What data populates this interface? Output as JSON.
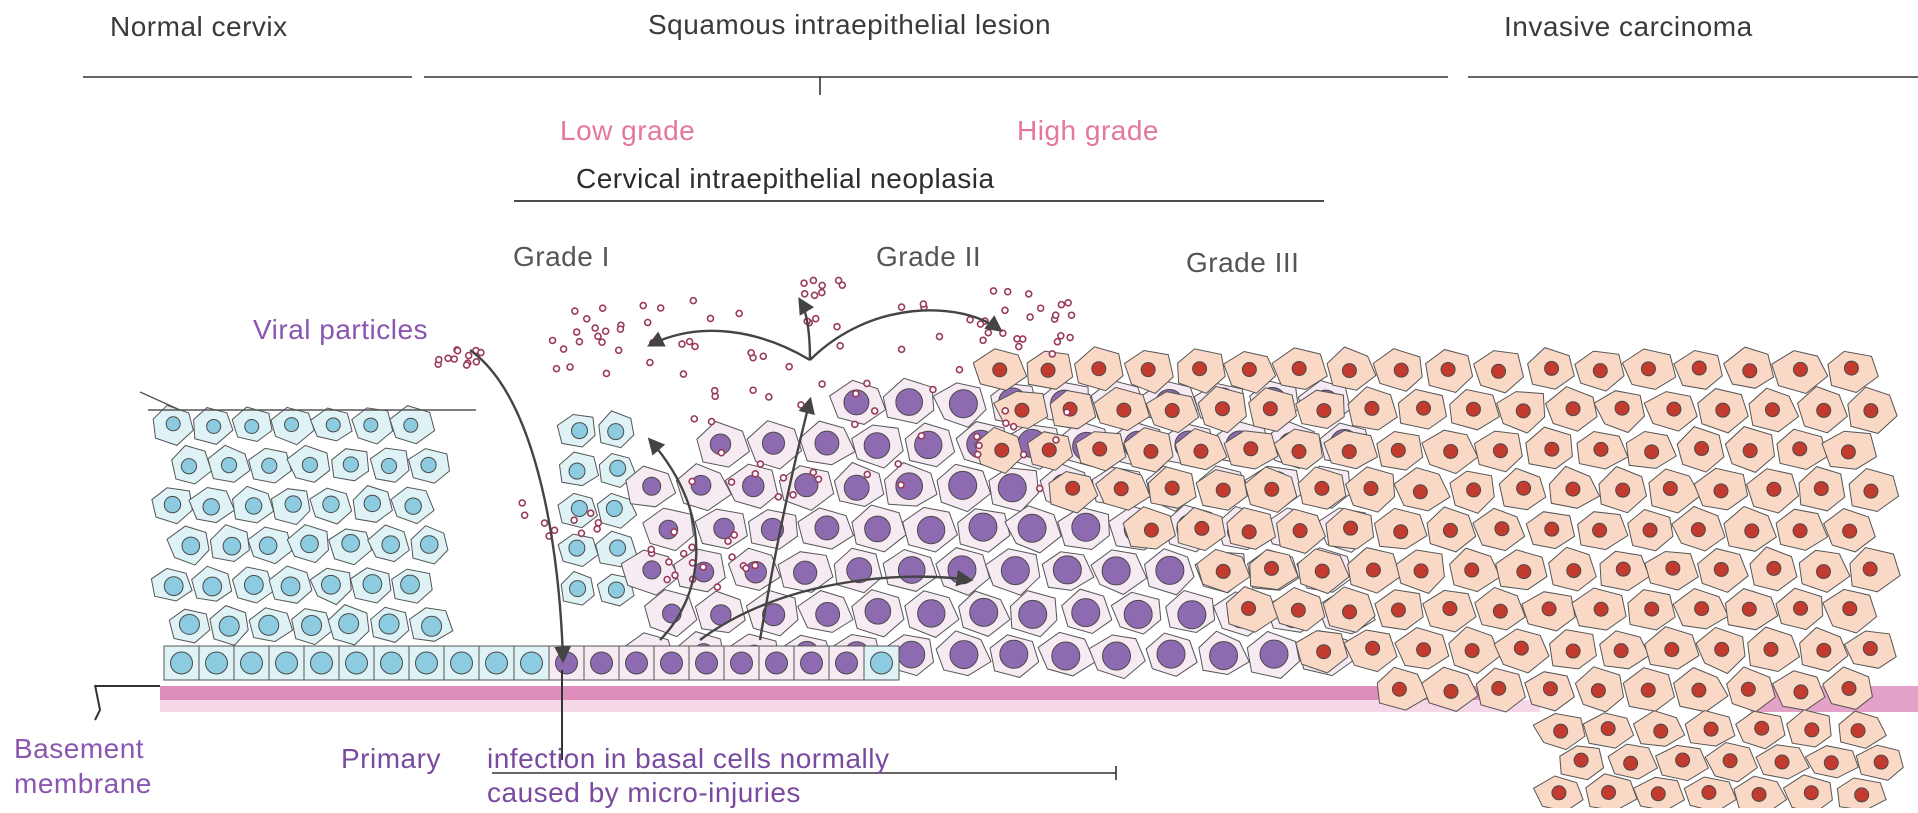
{
  "headers": {
    "normal": "Normal cervix",
    "sil": "Squamous intraepithelial lesion",
    "invasive": "Invasive carcinoma"
  },
  "grades": {
    "low": "Low grade",
    "high": "High  grade"
  },
  "cin_label": "Cervical intraepithelial neoplasia",
  "cin_grades": [
    "Grade I",
    "Grade II",
    "Grade III"
  ],
  "labels": {
    "viral_particles": "Viral particles",
    "basement_line1": "Basement",
    "basement_line2": "membrane",
    "primary_prefix": "Primary",
    "primary_line1": "infection in basal cells normally",
    "primary_line2": "caused by micro-injuries"
  },
  "colors": {
    "normal_cell": "#dff2f6",
    "normal_nucleus": "#8ccbe0",
    "infected_cell": "#f6eaf3",
    "infected_nucleus": "#8e6bb0",
    "tumor_cell": "#f9d9c6",
    "tumor_nucleus": "#c23b2e",
    "basement_membrane": "#d97ab0",
    "viral_particle": "#9a3a5a",
    "outline": "#555555"
  }
}
